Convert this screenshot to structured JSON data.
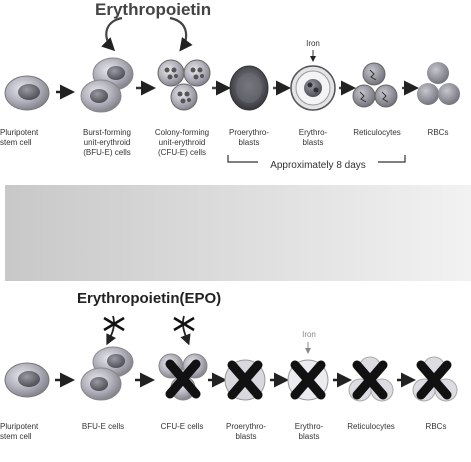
{
  "top_panel": {
    "title": "Erythropoietin",
    "iron_label": "Iron",
    "duration_label": "Approximately 8 days",
    "stages": [
      "Pluripotent\nstem cell",
      "Burst-forming\nunit-erythroid\n(BFU-E) cells",
      "Colony-forming\nunit-erythroid\n(CFU-E) cells",
      "Proerythro-\nblasts",
      "Erythro-\nblasts",
      "Reticulocytes",
      "RBCs"
    ]
  },
  "bottom_panel": {
    "title": "Erythropoietin(EPO)",
    "iron_label": "Iron",
    "stages": [
      "Pluripotent\nstem cell",
      "BFU-E cells",
      "CFU-E cells",
      "Proerythro-\nblasts",
      "Erythro-\nblasts",
      "Reticulocytes",
      "RBCs"
    ]
  },
  "colors": {
    "cell_fill": "#9a9aa6",
    "nucleus_fill": "#5c5c66",
    "rbc_fill": "#8f8f99",
    "cross": "#111111",
    "gray_band": "#cfcfcf"
  }
}
